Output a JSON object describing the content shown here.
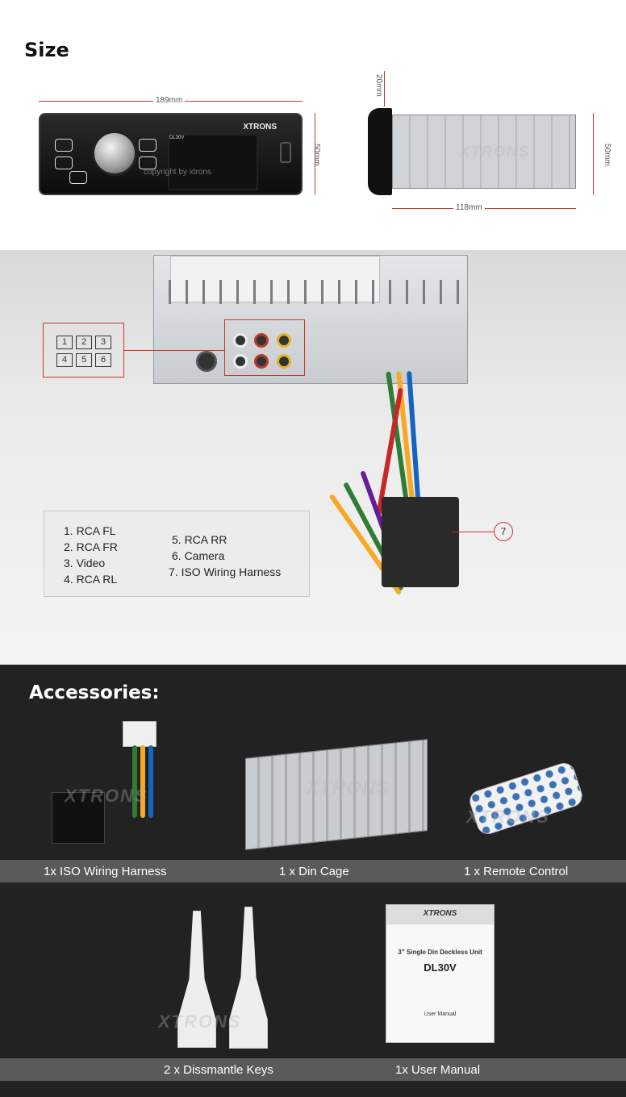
{
  "size": {
    "title": "Size",
    "front_width": "189mm",
    "front_height": "50mm",
    "side_depth": "118mm",
    "side_face": "20mm",
    "side_height": "50mm",
    "radio_brand": "XTRONS",
    "radio_model": "DL30V"
  },
  "connections": {
    "grid": [
      "1",
      "2",
      "3",
      "4",
      "5",
      "6"
    ],
    "callout": "7",
    "legend_left": [
      "1. RCA FL",
      "2. RCA FR",
      "3. Video",
      "4. RCA RL"
    ],
    "legend_right": [
      "5. RCA RR",
      "6. Camera",
      "7. ISO Wiring Harness"
    ]
  },
  "accessories": {
    "title": "Accessories:",
    "row1": [
      "1x ISO Wiring Harness",
      "1 x Din Cage",
      "1 x Remote Control"
    ],
    "row2": [
      "2 x Dissmantle Keys",
      "1x User Manual"
    ],
    "manual": {
      "brand": "XTRONS",
      "title": "3” Single Din Deckless Unit",
      "model": "DL30V",
      "subtitle": "User Manual"
    }
  },
  "watermark": "XTRONS",
  "watermark_copy": "copyright by xtrons"
}
